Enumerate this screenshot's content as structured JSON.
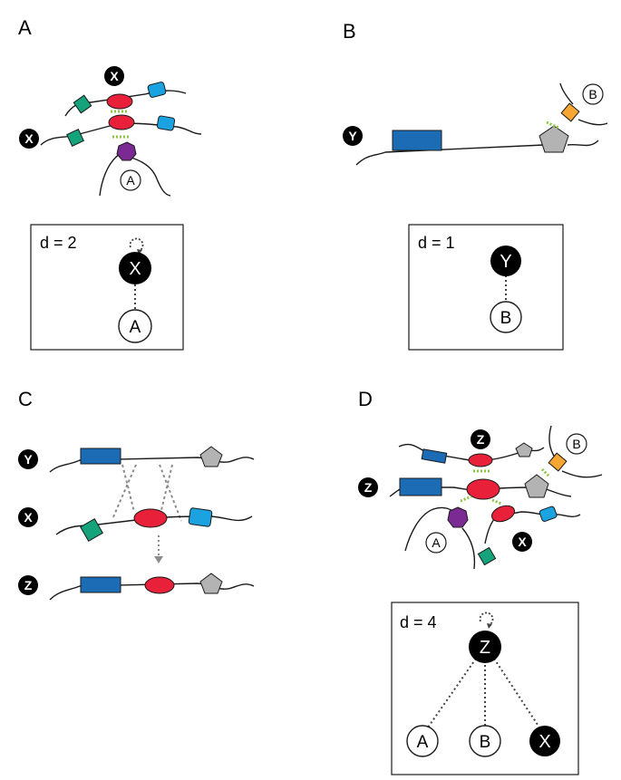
{
  "panels": {
    "A": {
      "letter": "A",
      "nodes": {
        "x_top": "X",
        "x_left": "X",
        "a_small": "A"
      },
      "box": {
        "degree": "d = 2",
        "top": "X",
        "bottom": "A"
      }
    },
    "B": {
      "letter": "B",
      "nodes": {
        "y": "Y",
        "b_small": "B"
      },
      "box": {
        "degree": "d = 1",
        "top": "Y",
        "bottom": "B"
      }
    },
    "C": {
      "letter": "C",
      "rows": {
        "y": "Y",
        "x": "X",
        "z": "Z"
      }
    },
    "D": {
      "letter": "D",
      "nodes": {
        "z_top": "Z",
        "z_left": "Z",
        "b_small": "B",
        "a_small": "A",
        "x_small": "X"
      },
      "box": {
        "degree": "d = 4",
        "top": "Z",
        "left": "A",
        "middle": "B",
        "right": "X"
      }
    }
  },
  "colors": {
    "red": "#e8203a",
    "blue": "#1b6cb5",
    "cyan": "#1aa3e0",
    "green": "#14a37a",
    "purple": "#7a2a92",
    "orange": "#f5a633",
    "gray": "#b3b3b3",
    "bond": "#8cc63f"
  }
}
